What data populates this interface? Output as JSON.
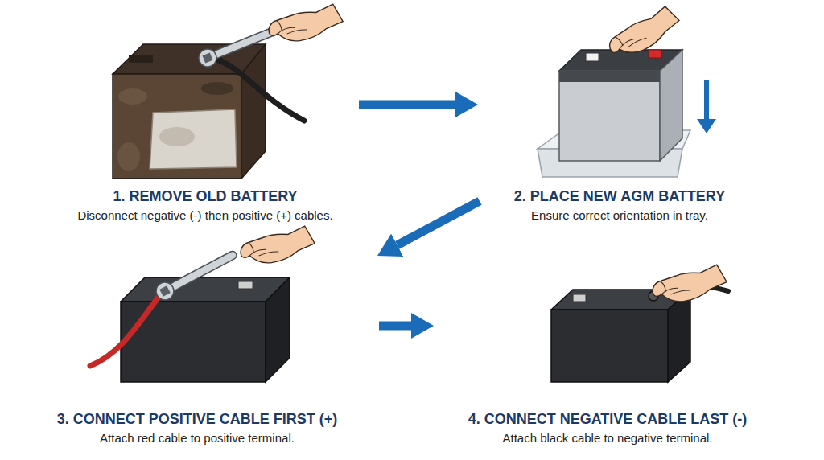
{
  "diagram": {
    "nodes": [
      {
        "text": [
          "1. REMOVE OLD BATTERY",
          "Disconnect negative (-) then positive (+) cables."
        ]
      },
      {
        "text": [
          "2. PLACE NEW AGM BATTERY",
          "Ensure correct orientation in tray."
        ]
      },
      {
        "text": [
          "3. CONNECT POSITIVE CABLE FIRST (+)",
          "Attach red cable to positive terminal."
        ]
      },
      {
        "text": [
          "4. CONNECT NEGATIVE CABLE LAST (-)",
          "Attach black cable to negative terminal."
        ]
      }
    ],
    "edges": [
      {
        "from": 0,
        "to": 1,
        "arrow": "to"
      },
      {
        "from": 1,
        "to": 2,
        "arrow": "to"
      },
      {
        "from": 2,
        "to": 3,
        "arrow": "to"
      }
    ]
  }
}
